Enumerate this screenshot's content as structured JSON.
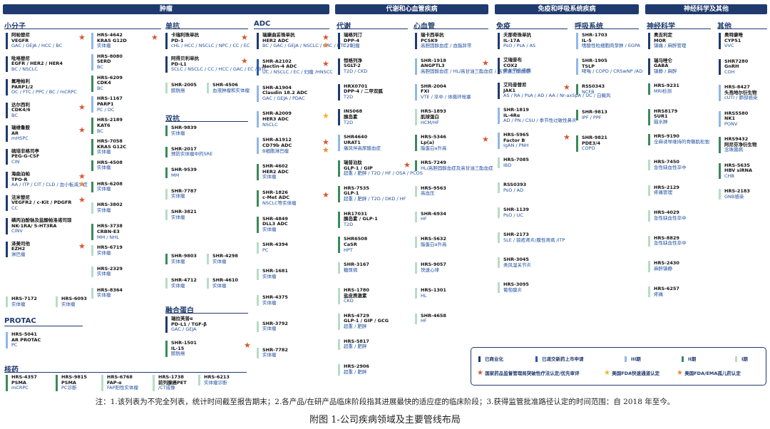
{
  "headers": {
    "oncology": "肿瘤",
    "metabolic": "代谢和心血管疾病",
    "immune": "免疫和呼吸系统疾病",
    "neuro": "神经科学及其他"
  },
  "sections": {
    "small_molecule": "小分子",
    "mab": "单抗",
    "adc": "ADC",
    "bispecific": "双抗",
    "fusion": "融合蛋白",
    "protac": "PROTAC",
    "nuclide": "核药",
    "metabolism": "代谢",
    "cardio": "心血管",
    "immunity": "免疫",
    "respiratory": "呼吸系统",
    "neuroscience": "神经科学",
    "other": "其他"
  },
  "sm_col1": [
    {
      "name": "阿帕替尼",
      "target": "VEGFR",
      "ind": "GAC / GEJA / HCC / BC"
    },
    {
      "name": "吡咯替尼",
      "target": "EGFR / HER2 / HER4",
      "ind": "BC / NSCLC"
    },
    {
      "name": "氟唑帕利",
      "target": "PARP1/2",
      "ind": "OC / FTC / PPC / BC / mCRPC"
    },
    {
      "name": "达尔西利",
      "target": "CDK4/6",
      "ind": "BC"
    },
    {
      "name": "瑞维鲁胺",
      "target": "AR",
      "ind": "mHSPC"
    },
    {
      "name": "硫培非格司亭",
      "target": "PEG-G-CSF",
      "ind": "CIN"
    },
    {
      "name": "海曲泊帕",
      "target": "TPO-R",
      "ind": "AA / ITP / CIT / CLD / 血小板减少症"
    },
    {
      "name": "法米替尼",
      "target": "VEGFR2 / c-Kit / PDGFR",
      "ind": "CC"
    },
    {
      "name": "磷丙泊酚钠及盐酸帕洛诺司琼",
      "target": "NK-1RA/ 5-HT3RA",
      "ind": "CINV"
    },
    {
      "name": "泽美司他",
      "target": "EZH2",
      "ind": "淋巴瘤"
    }
  ],
  "sm_col2": [
    {
      "name": "HRS-4642",
      "target": "KRAS G12D",
      "ind": "实体瘤"
    },
    {
      "name": "HRS-8080",
      "target": "SERD",
      "ind": "BC"
    },
    {
      "name": "HRS-6209",
      "target": "CDK4",
      "ind": "BC"
    },
    {
      "name": "HRS-1167",
      "target": "PARP1",
      "ind": "PC / OC"
    },
    {
      "name": "HRS-2189",
      "target": "KAT6",
      "ind": "BC"
    },
    {
      "name": "HRS-7058",
      "target": "KRAS G12C",
      "ind": "实体瘤"
    },
    {
      "name": "HRS-4508",
      "target": "",
      "ind": "实体瘤"
    },
    {
      "name": "HRS-6208",
      "target": "",
      "ind": "实体瘤"
    },
    {
      "name": "HRS-3802",
      "target": "",
      "ind": "实体瘤"
    },
    {
      "name": "HRS-3738",
      "target": "CRBN-E3",
      "ind": "MM / NHL"
    },
    {
      "name": "HRS-6719",
      "target": "",
      "ind": "实体瘤"
    },
    {
      "name": "HRS-2329",
      "target": "",
      "ind": "实体瘤"
    },
    {
      "name": "HRS-8364",
      "target": "",
      "ind": "实体瘤"
    }
  ],
  "sm_bottom": [
    {
      "name": "HRS-7172",
      "ind": "实体瘤"
    },
    {
      "name": "HRS-6093",
      "ind": "实体瘤"
    }
  ],
  "protac": [
    {
      "name": "HRS-5041",
      "target": "AR PROTAC",
      "ind": "PC"
    }
  ],
  "nuclide": [
    {
      "name": "HRS-4357",
      "target": "PSMA",
      "ind": "mCRPC"
    },
    {
      "name": "HRS-9815",
      "target": "PSMA",
      "ind": "PC诊断"
    },
    {
      "name": "HRS-6768",
      "target": "FAP-α",
      "ind": "FAP阳性实体瘤"
    },
    {
      "name": "HRS-1738",
      "target": "前列腺癌PET",
      "ind": "/CT成像"
    },
    {
      "name": "HRS-6213",
      "target": "",
      "ind": "实体瘤诊断"
    }
  ],
  "mab": [
    {
      "name": "卡瑞利珠单抗",
      "target": "PD-1",
      "ind": "cHL / HCC / NSCLC / NPC / CC / EC"
    },
    {
      "name": "阿得贝利单抗",
      "target": "PD-L1",
      "ind": "SCLC / NSCLC / CC / HCC / GAC / EC / BTC"
    },
    {
      "name": "SHR-2005",
      "target": "",
      "ind": "膀胱癌"
    },
    {
      "name": "SHR-4506",
      "target": "",
      "ind": "血液肿瘤和实体瘤"
    }
  ],
  "bispecific": [
    {
      "name": "SHR-9839",
      "target": "",
      "ind": "实体瘤"
    },
    {
      "name": "SHR-2017",
      "target": "",
      "ind": "预防实体瘤中的SRE"
    },
    {
      "name": "SHR-9539",
      "target": "",
      "ind": "MM"
    },
    {
      "name": "SHR-7787",
      "target": "",
      "ind": "实体瘤"
    },
    {
      "name": "SHR-3821",
      "target": "",
      "ind": "实体瘤"
    },
    {
      "name": "SHR-9803",
      "target": "",
      "ind": "实体瘤"
    },
    {
      "name": "SHR-4298",
      "target": "",
      "ind": "实体瘤"
    },
    {
      "name": "SHR-4712",
      "target": "",
      "ind": "实体瘤"
    },
    {
      "name": "SHR-4610",
      "target": "",
      "ind": "实体瘤"
    }
  ],
  "fusion": [
    {
      "name": "瑞拉芙普α",
      "target": "PD-L1 / TGF-β",
      "ind": "GAC / GEJA"
    },
    {
      "name": "SHR-1501",
      "target": "IL-15",
      "ind": "膀胱癌"
    }
  ],
  "adc_col1": [
    {
      "name": "瑞康曲妥珠单抗",
      "target": "HER2 ADC",
      "ind": "BC / GAC / GEJA / NSCLC / CRC / BTC / 妇瘤"
    },
    {
      "name": "SHR-A2102",
      "target": "Nectin-4 ADC",
      "ind": "UC / NSCLC / EC / 妇瘤 /HNSCC"
    },
    {
      "name": "SHR-A1904",
      "target": "Claudin 18.2 ADC",
      "ind": "GAC / GEJA / PDAC"
    },
    {
      "name": "SHR-A2009",
      "target": "HER3 ADC",
      "ind": "NSCLC"
    },
    {
      "name": "SHR-A1912",
      "target": "CD79b ADC",
      "ind": "B细胞淋巴瘤"
    },
    {
      "name": "SHR-4602",
      "target": "HER2 ADC",
      "ind": "实体瘤"
    },
    {
      "name": "SHR-1826",
      "target": "c-Met ADC",
      "ind": "NSCLC等实体瘤"
    },
    {
      "name": "SHR-4849",
      "target": "DLL3 ADC",
      "ind": "实体瘤"
    },
    {
      "name": "SHR-4394",
      "target": "",
      "ind": "PC"
    },
    {
      "name": "SHR-1681",
      "target": "",
      "ind": "实体瘤"
    },
    {
      "name": "SHR-4375",
      "target": "",
      "ind": "实体瘤"
    },
    {
      "name": "SHR-3792",
      "target": "",
      "ind": "实体瘤"
    },
    {
      "name": "SHR-7782",
      "target": "",
      "ind": "实体瘤"
    }
  ],
  "metab": [
    {
      "name": "瑞格列汀",
      "target": "DPP-4",
      "ind": "T2D"
    },
    {
      "name": "恒格列净",
      "target": "SGLT-2",
      "ind": "T2D / CKD"
    },
    {
      "name": "HRX0701",
      "target": "DPP-4 / 二甲双胍",
      "ind": "T2D"
    },
    {
      "name": "INS068",
      "target": "胰岛素",
      "ind": "T2D"
    },
    {
      "name": "SHR4640",
      "target": "URAT1",
      "ind": "痛风伴高尿酸血症"
    },
    {
      "name": "瑞普泊肽",
      "target": "GLP-1 / GIP",
      "ind": "超重 / 肥胖 / T2D / HF / OSA / PCOS"
    },
    {
      "name": "HRS-7535",
      "target": "GLP-1",
      "ind": "超重 / 肥胖 / T2D / DKD / HF"
    },
    {
      "name": "HR17031",
      "target": "胰岛素 / GLP-1",
      "ind": "T2D"
    },
    {
      "name": "SHR6508",
      "target": "CaSR",
      "ind": "HPT"
    },
    {
      "name": "SHR-3167",
      "target": "",
      "ind": "糖尿病"
    },
    {
      "name": "HRS-1780",
      "target": "盐皮质激素",
      "ind": "CKD"
    },
    {
      "name": "HRS-4729",
      "target": "GLP-1 / GIP / GCG",
      "ind": "超重 / 肥胖"
    },
    {
      "name": "HRS-5817",
      "target": "",
      "ind": "超重 / 肥胖"
    },
    {
      "name": "HRS-2906",
      "target": "",
      "ind": "超重 / 肥胖"
    }
  ],
  "cardio": [
    {
      "name": "瑞卡西单抗",
      "target": "PCSK9",
      "ind": "高胆固醇血症 / 血脂异常"
    },
    {
      "name": "SHR-1918",
      "target": "ANGPTL3",
      "ind": "高胆固醇血症 / HL/高甘油三酯血症 / 高甘油三酯血症"
    },
    {
      "name": "SHR-2004",
      "target": "FXI",
      "ind": "VTE / 卒中 / 体循环栓塞"
    },
    {
      "name": "HRS-1893",
      "target": "肌球蛋白",
      "ind": "HCM/HF"
    },
    {
      "name": "HRS-5346",
      "target": "Lp(a)",
      "ind": "脂蛋白a升高"
    },
    {
      "name": "HRS-7249",
      "target": "",
      "ind": "HL/高胆固醇血症及高甘油三酯血症"
    },
    {
      "name": "HRS-9563",
      "target": "",
      "ind": "高血压"
    },
    {
      "name": "SHR-6934",
      "target": "",
      "ind": "HF"
    },
    {
      "name": "HRS-5632",
      "target": "",
      "ind": "脂蛋白a升高"
    },
    {
      "name": "HRS-9057",
      "target": "",
      "ind": "快速心律"
    },
    {
      "name": "HRS-1301",
      "target": "",
      "ind": "HL"
    },
    {
      "name": "SHR-4658",
      "target": "",
      "ind": "HF"
    }
  ],
  "immune": [
    {
      "name": "夫那奇珠单抗",
      "target": "IL-17A",
      "ind": "PsO / PsA / AS"
    },
    {
      "name": "艾瑞昔布",
      "target": "COX2",
      "ind": "骨关节炎疼痛"
    },
    {
      "name": "艾玛昔替尼",
      "target": "JAK1",
      "ind": "AS / RA / PsA / AD / AA / Nr-axSpA / UC / 白癜风"
    },
    {
      "name": "SHR-1819",
      "target": "IL-4Rα",
      "ind": "AD / PN / CSU / 季节性过敏性鼻炎"
    },
    {
      "name": "HRS-5965",
      "target": "Factor B",
      "ind": "IgAN / PNH"
    },
    {
      "name": "HRS-7085",
      "target": "",
      "ind": "IBD"
    },
    {
      "name": "RSS0393",
      "target": "",
      "ind": "PsO / AD"
    },
    {
      "name": "SHR-1139",
      "target": "",
      "ind": "PsO / UC"
    },
    {
      "name": "SHR-2173",
      "target": "",
      "ind": "SLE / 狼疮肾炎/膜性肾病 /ITP"
    },
    {
      "name": "SHR-3045",
      "target": "",
      "ind": "类风湿关节炎"
    },
    {
      "name": "HRS-3095",
      "target": "",
      "ind": "葡萄膜炎"
    }
  ],
  "resp": [
    {
      "name": "SHR-1703",
      "target": "IL-5",
      "ind": "嗜酸性粒细胞肉芽肿 / EGPA"
    },
    {
      "name": "SHR-1905",
      "target": "TSLP",
      "ind": "哮喘 / COPD / CRSwNP /AD"
    },
    {
      "name": "RSS0343",
      "target": "",
      "ind": "NCFB"
    },
    {
      "name": "SHR-9813",
      "target": "",
      "ind": "IPF / PPF"
    },
    {
      "name": "SHR-9821",
      "target": "PDE3/4",
      "ind": "COPD"
    }
  ],
  "neuro": [
    {
      "name": "奥吉利定",
      "target": "MOR",
      "ind": "镇痛 / 麻醉管理"
    },
    {
      "name": "瑞马唑仑",
      "target": "GABA",
      "ind": "镇静 / 麻醉"
    },
    {
      "name": "HRS-9231",
      "target": "",
      "ind": "MRI检测"
    },
    {
      "name": "HRS8179",
      "target": "SUR1",
      "ind": "脑水肿"
    },
    {
      "name": "HRS-9190",
      "target": "",
      "ind": "全麻诱导维持的骨骼肌松弛"
    },
    {
      "name": "HRS-7450",
      "target": "",
      "ind": "急性缺血性卒中"
    },
    {
      "name": "HRS-2129",
      "target": "",
      "ind": "疼痛管理"
    },
    {
      "name": "HRS-4029",
      "target": "",
      "ind": "急性缺血性卒中"
    },
    {
      "name": "HRS-8829",
      "target": "",
      "ind": "急性缺血性卒中"
    },
    {
      "name": "HRS-2430",
      "target": "",
      "ind": "麻醉镇静"
    },
    {
      "name": "HRS-6257",
      "target": "",
      "ind": "疼痛"
    }
  ],
  "other": [
    {
      "name": "奥特康唑",
      "target": "CYP51",
      "ind": "VVC"
    },
    {
      "name": "SHR7280",
      "target": "GnRH",
      "ind": "COH"
    },
    {
      "name": "HRS-8427",
      "target": "头孢地尔衍生物",
      "ind": "cUTI / 肺部感染"
    },
    {
      "name": "HRS5580",
      "target": "NK1",
      "ind": "PONV"
    },
    {
      "name": "HRS9432",
      "target": "阿尼芬净衍生物",
      "ind": "念珠菌病"
    },
    {
      "name": "HRS-5635",
      "target": "HBV siRNA",
      "ind": "CHB"
    },
    {
      "name": "HRS-2183",
      "target": "",
      "ind": "GNB感染"
    }
  ],
  "legend": {
    "marketed": "已商业化",
    "nda": "已递交新药上市申请",
    "phase3": "III期",
    "phase2": "II期",
    "phase1": "I期",
    "star_red": "国家药品监督管理局突破性疗法认定/优先审评",
    "star_yellow": "美国FDA快速通道认定",
    "star_orange": "美国FDA/EMA孤儿药认定",
    "colors": {
      "marketed": "#1f3a6e",
      "nda": "#2a5aa8",
      "phase3": "#8fb8e6",
      "phase2": "#3a8a5a",
      "phase1": "#b7dcc4"
    }
  },
  "note": "注：1.该列表为不完全列表，统计时间截至报告期末；2.各产品/在研产品临床阶段指其进展最快的适应症的临床阶段；3.获得监管批准路径认定的时间范围：自 2018 年至今。",
  "caption": "附图 1-公司疾病领域及主要管线布局"
}
